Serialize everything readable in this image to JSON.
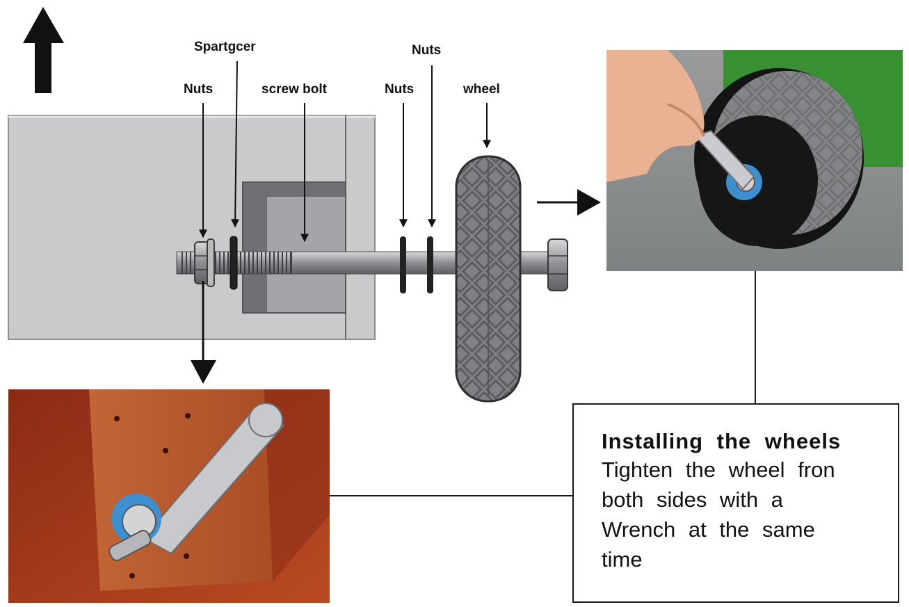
{
  "labels": {
    "spacer": "Spartgcer",
    "nuts_left": "Nuts",
    "screw_bolt": "screw bolt",
    "nuts_mid": "Nuts",
    "nuts_top": "Nuts",
    "wheel": "wheel"
  },
  "instructions": {
    "title": "Installing the wheels",
    "body": "Tighten the wheel fron\nboth sides with a\nWrench at the same\ntime"
  },
  "colors": {
    "panel": "#c9cacc",
    "block": "#a3a5a8",
    "wheel": "#7d7e80",
    "wood": "#b2542e",
    "floor_top": "#8e2c16",
    "turf": "#3f9a38",
    "washer_blue": "#3e8fcf"
  }
}
